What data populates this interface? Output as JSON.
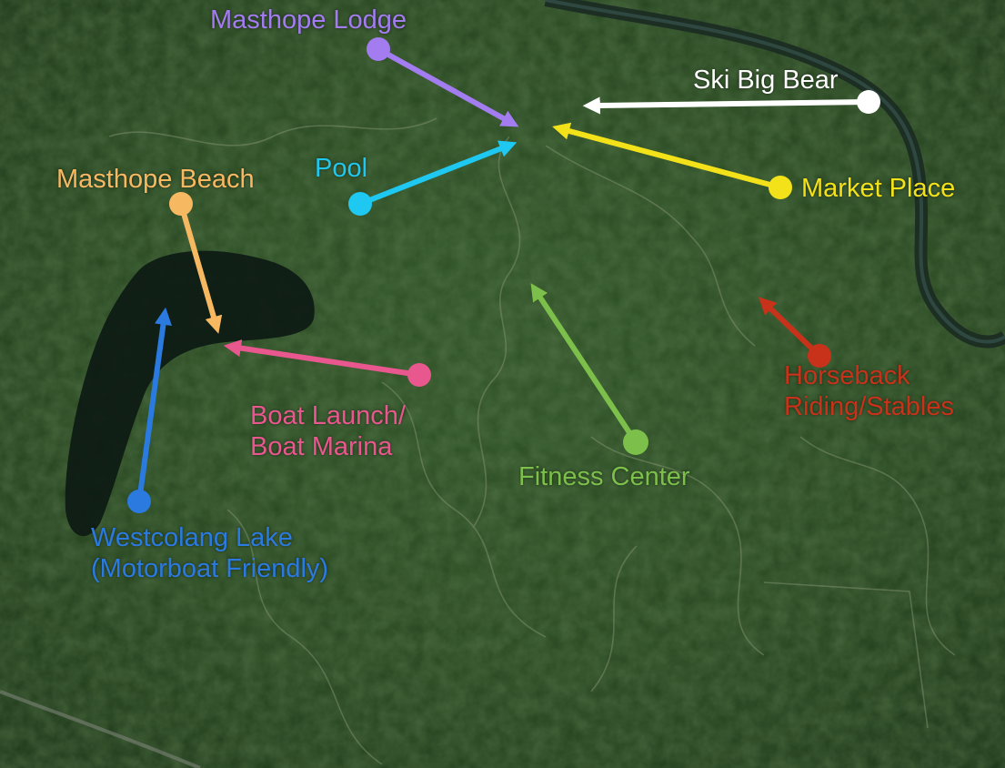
{
  "locations": [
    {
      "key": "masthope-lodge",
      "label": "Masthope Lodge",
      "color": "#a37cf0"
    },
    {
      "key": "ski-big-bear",
      "label": "Ski Big Bear",
      "color": "#ffffff"
    },
    {
      "key": "pool",
      "label": "Pool",
      "color": "#1ec8f0"
    },
    {
      "key": "masthope-beach",
      "label": "Masthope Beach",
      "color": "#f7b862"
    },
    {
      "key": "market-place",
      "label": "Market Place",
      "color": "#f3e11a"
    },
    {
      "key": "boat-launch",
      "label_lines": [
        "Boat Launch/",
        "Boat Marina"
      ],
      "color": "#e8578e"
    },
    {
      "key": "fitness-center",
      "label": "Fitness Center",
      "color": "#7cbf4a"
    },
    {
      "key": "horseback-riding",
      "label_lines": [
        "Horseback",
        "Riding/Stables"
      ],
      "color": "#c8321a"
    },
    {
      "key": "westcolang-lake",
      "label_lines": [
        "Westcolang Lake",
        "(Motorboat Friendly)"
      ],
      "color": "#2a7ae0"
    }
  ]
}
